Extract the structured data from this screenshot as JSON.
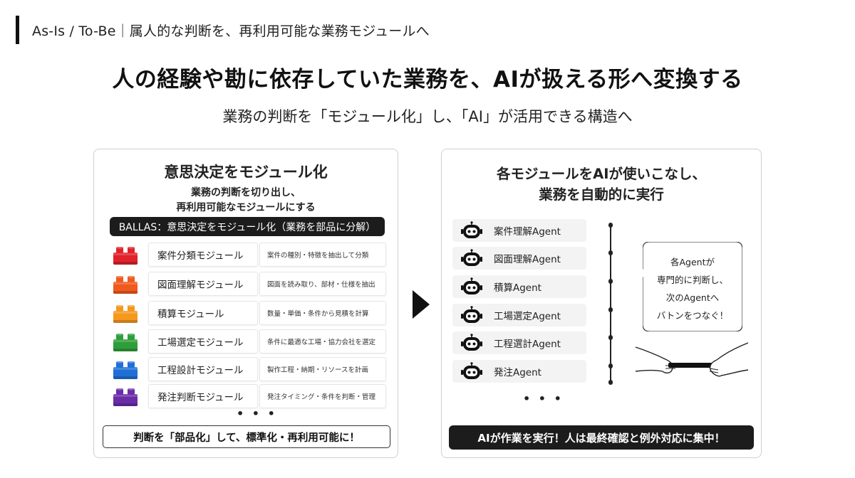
{
  "header": {
    "label": "As-Is / To-Be｜属人的な判断を、再利用可能な業務モジュールへ"
  },
  "headline": "人の経験や勘に依存していた業務を、AIが扱える形へ変換する",
  "subheadline": "業務の判断を「モジュール化」し、「AI」が活用できる構造へ",
  "left_panel": {
    "title": "意思決定をモジュール化",
    "subtitle_line1": "業務の判断を切り出し、",
    "subtitle_line2": "再利用可能なモジュールにする",
    "banner": "BALLAS：意思決定をモジュール化（業務を部品に分解）",
    "modules": [
      {
        "name": "案件分類モジュール",
        "desc": "案件の種別・特徴を抽出して分類",
        "color": "#e0222a"
      },
      {
        "name": "図面理解モジュール",
        "desc": "図面を読み取り、部材・仕様を抽出",
        "color": "#f05a1e"
      },
      {
        "name": "積算モジュール",
        "desc": "数量・単価・条件から見積を計算",
        "color": "#f4981e"
      },
      {
        "name": "工場選定モジュール",
        "desc": "条件に最適な工場・協力会社を選定",
        "color": "#2e9e3a"
      },
      {
        "name": "工程設計モジュール",
        "desc": "製作工程・納期・リソースを計画",
        "color": "#1f6fd6"
      },
      {
        "name": "発注判断モジュール",
        "desc": "発注タイミング・条件を判断・管理",
        "color": "#6a2da8"
      }
    ],
    "ellipsis": "• • •",
    "footer": "判断を「部品化」して、標準化・再利用可能に！"
  },
  "right_panel": {
    "title_line1": "各モジュールをAIが使いこなし、",
    "title_line2": "業務を自動的に実行",
    "agents": [
      {
        "label": "案件理解Agent"
      },
      {
        "label": "図面理解Agent"
      },
      {
        "label": "積算Agent"
      },
      {
        "label": "工場選定Agent"
      },
      {
        "label": "工程選計Agent"
      },
      {
        "label": "発注Agent"
      }
    ],
    "ellipsis": "• • •",
    "bubble_lines": [
      "各Agentが",
      "専門的に判断し、",
      "次のAgentへ",
      "バトンをつなぐ！"
    ],
    "footer": "AIが作業を実行！人は最終確認と例外対応に集中！"
  }
}
